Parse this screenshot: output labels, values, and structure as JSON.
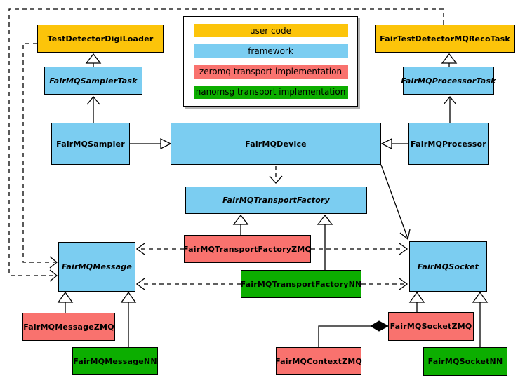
{
  "colors": {
    "user_code": "#FCC40A",
    "framework": "#7BCDF1",
    "zeromq": "#F9726E",
    "nanomsg": "#0CAE00",
    "line": "#000000",
    "background": "#FFFFFF",
    "legend_shadow": "#B3B3B3"
  },
  "legend": {
    "items": [
      {
        "label": "user code",
        "color_key": "user_code"
      },
      {
        "label": "framework",
        "color_key": "framework"
      },
      {
        "label": "zeromq transport implementation",
        "color_key": "zeromq"
      },
      {
        "label": "nanomsg transport implementation",
        "color_key": "nanomsg"
      }
    ]
  },
  "nodes": {
    "digiloader": {
      "label": "TestDetectorDigiLoader",
      "type": "user_code",
      "abstract": false
    },
    "recotask": {
      "label": "FairTestDetectorMQRecoTask",
      "type": "user_code",
      "abstract": false
    },
    "samplertask": {
      "label": "FairMQSamplerTask",
      "type": "framework",
      "abstract": true
    },
    "processortask": {
      "label": "FairMQProcessorTask",
      "type": "framework",
      "abstract": true
    },
    "sampler": {
      "label": "FairMQSampler",
      "type": "framework",
      "abstract": false
    },
    "device": {
      "label": "FairMQDevice",
      "type": "framework",
      "abstract": false
    },
    "processor": {
      "label": "FairMQProcessor",
      "type": "framework",
      "abstract": false
    },
    "transportfactory": {
      "label": "FairMQTransportFactory",
      "type": "framework",
      "abstract": true
    },
    "tfzmq": {
      "label": "FairMQTransportFactoryZMQ",
      "type": "zeromq",
      "abstract": false
    },
    "tfnn": {
      "label": "FairMQTransportFactoryNN",
      "type": "nanomsg",
      "abstract": false
    },
    "message": {
      "label": "FairMQMessage",
      "type": "framework",
      "abstract": true
    },
    "socket": {
      "label": "FairMQSocket",
      "type": "framework",
      "abstract": true
    },
    "messagezmq": {
      "label": "FairMQMessageZMQ",
      "type": "zeromq",
      "abstract": false
    },
    "messagenn": {
      "label": "FairMQMessageNN",
      "type": "nanomsg",
      "abstract": false
    },
    "contextzmq": {
      "label": "FairMQContextZMQ",
      "type": "zeromq",
      "abstract": false
    },
    "socketzmq": {
      "label": "FairMQSocketZMQ",
      "type": "zeromq",
      "abstract": false
    },
    "socketnn": {
      "label": "FairMQSocketNN",
      "type": "nanomsg",
      "abstract": false
    }
  },
  "connections": [
    {
      "from": "FairMQSamplerTask",
      "to": "TestDetectorDigiLoader",
      "relation": "generalization-triangle",
      "line": "solid"
    },
    {
      "from": "FairMQSampler",
      "to": "FairMQSamplerTask",
      "relation": "directed-association",
      "line": "solid"
    },
    {
      "from": "FairMQProcessorTask",
      "to": "FairTestDetectorMQRecoTask",
      "relation": "generalization-triangle",
      "line": "solid"
    },
    {
      "from": "FairMQProcessor",
      "to": "FairMQProcessorTask",
      "relation": "directed-association",
      "line": "solid"
    },
    {
      "from": "FairMQSampler",
      "to": "FairMQDevice",
      "relation": "generalization-triangle",
      "line": "solid"
    },
    {
      "from": "FairMQProcessor",
      "to": "FairMQDevice",
      "relation": "generalization-triangle",
      "line": "solid"
    },
    {
      "from": "FairMQDevice",
      "to": "FairMQTransportFactory",
      "relation": "dependency",
      "line": "dashed"
    },
    {
      "from": "FairMQDevice",
      "to": "FairMQSocket",
      "relation": "directed-association",
      "line": "solid"
    },
    {
      "from": "TestDetectorDigiLoader",
      "to": "FairMQMessage",
      "relation": "dependency",
      "line": "dashed"
    },
    {
      "from": "FairTestDetectorMQRecoTask",
      "to": "FairMQMessage",
      "relation": "dependency",
      "line": "dashed"
    },
    {
      "from": "FairMQTransportFactoryZMQ",
      "to": "FairMQTransportFactory",
      "relation": "generalization-triangle",
      "line": "solid"
    },
    {
      "from": "FairMQTransportFactoryNN",
      "to": "FairMQTransportFactory",
      "relation": "generalization-triangle",
      "line": "solid"
    },
    {
      "from": "FairMQTransportFactoryZMQ",
      "to": "FairMQMessage",
      "relation": "dependency",
      "line": "dashed"
    },
    {
      "from": "FairMQTransportFactoryZMQ",
      "to": "FairMQSocket",
      "relation": "dependency",
      "line": "dashed"
    },
    {
      "from": "FairMQTransportFactoryNN",
      "to": "FairMQMessage",
      "relation": "dependency",
      "line": "dashed"
    },
    {
      "from": "FairMQTransportFactoryNN",
      "to": "FairMQSocket",
      "relation": "dependency",
      "line": "dashed"
    },
    {
      "from": "FairMQMessageZMQ",
      "to": "FairMQMessage",
      "relation": "generalization-triangle",
      "line": "solid"
    },
    {
      "from": "FairMQMessageNN",
      "to": "FairMQMessage",
      "relation": "generalization-triangle",
      "line": "solid"
    },
    {
      "from": "FairMQSocketZMQ",
      "to": "FairMQSocket",
      "relation": "generalization-triangle",
      "line": "solid"
    },
    {
      "from": "FairMQSocketNN",
      "to": "FairMQSocket",
      "relation": "generalization-triangle",
      "line": "solid"
    },
    {
      "from": "FairMQContextZMQ",
      "to": "FairMQSocketZMQ",
      "relation": "composition-diamond",
      "line": "solid"
    }
  ]
}
